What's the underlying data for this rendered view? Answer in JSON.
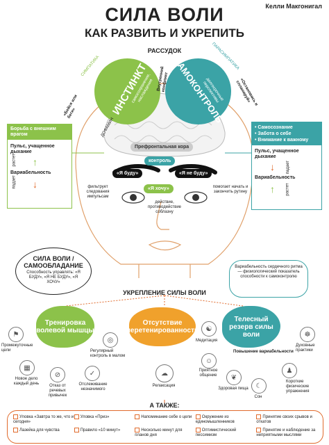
{
  "header": {
    "title": "СИЛА ВОЛИ",
    "subtitle": "КАК РАЗВИТЬ И УКРЕПИТЬ",
    "author": "Келли Макгонигал",
    "reason_label": "РАССУДОК"
  },
  "brain": {
    "instinct_title": "ИНСТИНКТ",
    "instinct_sub": "самосохранение, наслаждения",
    "selfcontrol_title": "САМОКОНТРОЛЬ",
    "selfcontrol_sub": "долгосрочные перспективы",
    "conflict_label": "Внутренний конфликт",
    "sympathy": "СИМПАТИКА",
    "parasympathy": "ПАРАСИМПАТИКА",
    "dopamine": "ДОФАМИН",
    "fight_flight": "«Бейся или беги»",
    "stop_plan": "«Остановись и спланируй»",
    "prefrontal": "Префронтальная кора",
    "control": "контроль",
    "will_do": "«Я буду»",
    "wont_do": "«Я не буду»",
    "want": "«Я хочу»",
    "filters": "фильтрует следования импульсам",
    "action": "действие, противодействие соблазну",
    "helps": "помогает начать и закончить рутину"
  },
  "left_panel": {
    "header": "Борьба с внешним врагом",
    "pulse": "Пульс, учащенное дыхание",
    "grows": "растет",
    "variability": "Вариабельность",
    "falls": "падает"
  },
  "right_panel": {
    "items": [
      "• Самосознание",
      "• Забота о себе",
      "• Внимание к важному"
    ],
    "pulse": "Пульс, учащенное дыхание",
    "falls": "падает",
    "variability": "Вариабельность",
    "grows": "растет"
  },
  "willpower_bubble": {
    "title": "СИЛА ВОЛИ / САМООБЛАДАНИЕ",
    "text": "Способность управлять: «Я БУДУ», «Я НЕ БУДУ», «Я ХОЧУ»"
  },
  "hrv_bubble": {
    "text": "Вариабельность сердечного ритма — физиологический показатель способности к самоконтролю"
  },
  "strengthen": {
    "heading": "УКРЕПЛЕНИЕ СИЛЫ ВОЛИ",
    "training": "Тренировка волевой мышцы",
    "no_temptation": "Отсутствие перетенированности",
    "reserve": "Телесный резерв силы воли",
    "hrv_increase": "Повышение вариабельности",
    "training_items": [
      "Промежуточные цели",
      "Новое дело каждый день",
      "Отказ от речевых привычек",
      "Отслеживание незначимого",
      "Регулярный контроль в малом"
    ],
    "relax": "Релаксация",
    "reserve_items": [
      "Медитация",
      "Приятное общение",
      "Здоровая пища",
      "Сон",
      "Короткие физические упражнения",
      "Духовные практики"
    ]
  },
  "also": {
    "heading": "А ТАКЖЕ:",
    "rows": [
      [
        "Уловка «Завтра то же, что и сегодня»",
        "Уловка «Приз»",
        "Напоминание себе о цели",
        "Окружение из единомышленников",
        "Принятие своих срывов и откатов"
      ],
      [
        "Лазейка для чувства",
        "Правило «10 минут»",
        "Несколько минут для планов дня",
        "Оптимистический пессимизм",
        "Принятие и наблюдение за неприятными мыслями"
      ]
    ]
  },
  "colors": {
    "green": "#8cc24a",
    "teal": "#3ba3a6",
    "orange": "#f0a12c",
    "accent": "#e06a2b"
  }
}
